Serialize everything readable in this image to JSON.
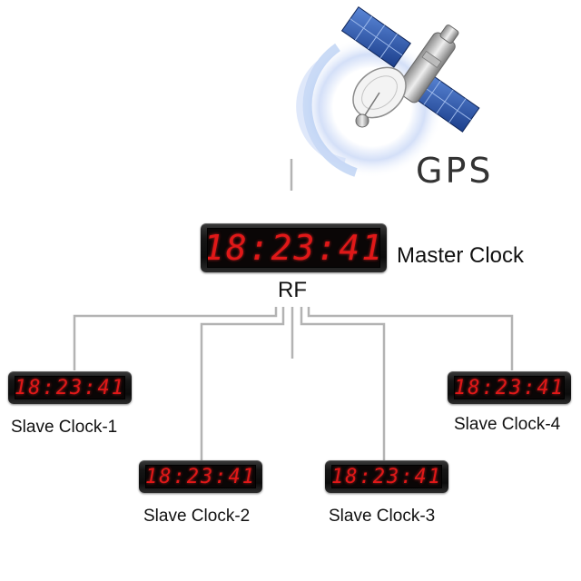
{
  "gps": {
    "label": "GPS",
    "icon": "gps-satellite-icon"
  },
  "master": {
    "display": "18:23:41",
    "label": "Master Clock"
  },
  "link_label": "RF",
  "slaves": [
    {
      "display": "18:23:41",
      "label": "Slave Clock-1"
    },
    {
      "display": "18:23:41",
      "label": "Slave Clock-2"
    },
    {
      "display": "18:23:41",
      "label": "Slave Clock-3"
    },
    {
      "display": "18:23:41",
      "label": "Slave Clock-4"
    }
  ],
  "colors": {
    "digit_red": "#e01818",
    "connector_gray": "#b3b3b3",
    "signal_blue": "#7fa6e6",
    "panel_blue": "#2e5fb8"
  }
}
